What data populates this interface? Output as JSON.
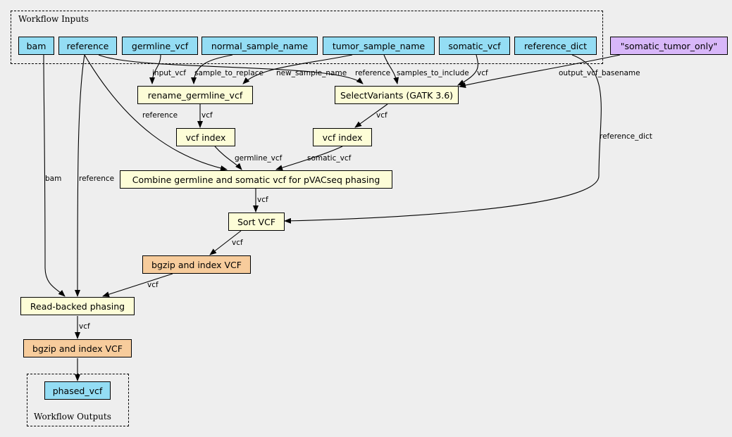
{
  "clusters": {
    "inputs_label": "Workflow Inputs",
    "outputs_label": "Workflow Outputs"
  },
  "inputs": {
    "bam": "bam",
    "reference": "reference",
    "germline_vcf": "germline_vcf",
    "normal_sample_name": "normal_sample_name",
    "tumor_sample_name": "tumor_sample_name",
    "somatic_vcf": "somatic_vcf",
    "reference_dict": "reference_dict"
  },
  "param": {
    "somatic_tumor_only": "\"somatic_tumor_only\""
  },
  "steps": {
    "rename_germline_vcf": "rename_germline_vcf",
    "select_variants": "SelectVariants (GATK 3.6)",
    "vcf_index_1": "vcf index",
    "vcf_index_2": "vcf index",
    "combine": "Combine germline and somatic vcf for pVACseq phasing",
    "sort_vcf": "Sort VCF",
    "bgzip_1": "bgzip and index VCF",
    "phasing": "Read-backed phasing",
    "bgzip_2": "bgzip and index VCF"
  },
  "outputs": {
    "phased_vcf": "phased_vcf"
  },
  "edge_labels": {
    "input_vcf": "input_vcf",
    "sample_to_replace": "sample_to_replace",
    "new_sample_name": "new_sample_name",
    "reference_sv": "reference",
    "samples_to_include": "samples_to_include",
    "vcf_sv": "vcf",
    "output_vcf_basename": "output_vcf_basename",
    "vcf_rename": "vcf",
    "vcf_select": "vcf",
    "reference_combine": "reference",
    "germline_vcf": "germline_vcf",
    "somatic_vcf": "somatic_vcf",
    "reference_dict": "reference_dict",
    "bam": "bam",
    "reference_phasing": "reference",
    "vcf_combine": "vcf",
    "vcf_sort": "vcf",
    "vcf_bgzip": "vcf",
    "vcf_phasing": "vcf"
  },
  "colors": {
    "input": "#94ddf4",
    "step": "#fdfdd7",
    "bgzip": "#f7cc9c",
    "param": "#d8b7f9",
    "background": "#eeeeee"
  }
}
